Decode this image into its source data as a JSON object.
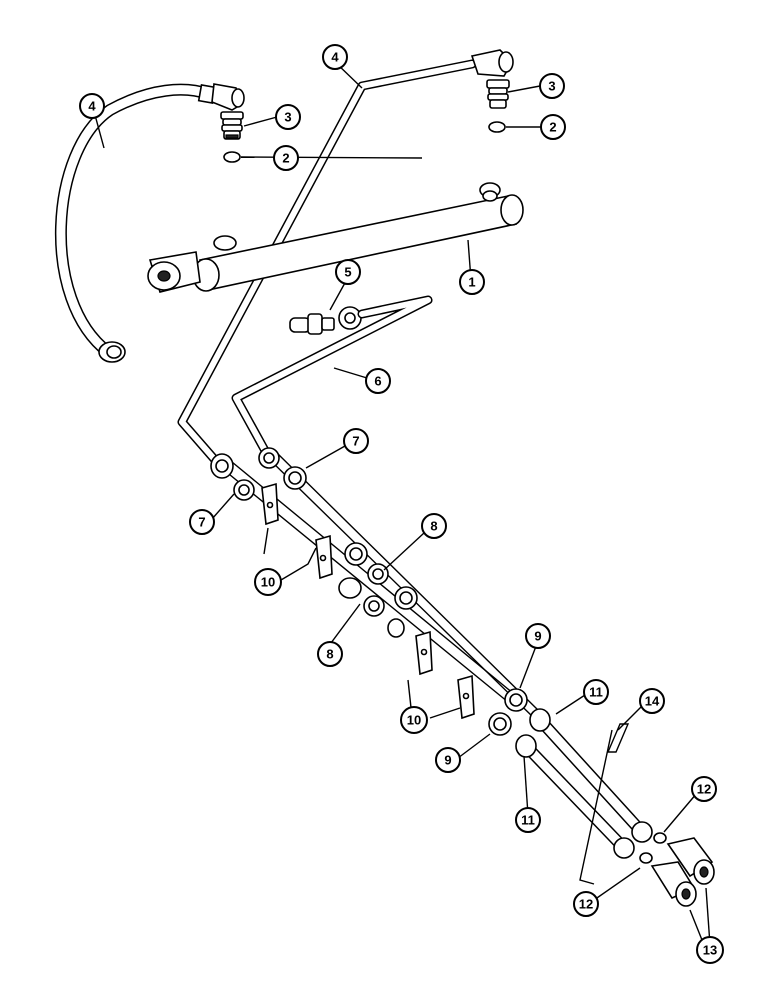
{
  "callouts": [
    {
      "label": "1"
    },
    {
      "label": "2"
    },
    {
      "label": "2"
    },
    {
      "label": "3"
    },
    {
      "label": "3"
    },
    {
      "label": "4"
    },
    {
      "label": "4"
    },
    {
      "label": "5"
    },
    {
      "label": "6"
    },
    {
      "label": "7"
    },
    {
      "label": "7"
    },
    {
      "label": "8"
    },
    {
      "label": "8"
    },
    {
      "label": "9"
    },
    {
      "label": "9"
    },
    {
      "label": "10"
    },
    {
      "label": "10"
    },
    {
      "label": "11"
    },
    {
      "label": "11"
    },
    {
      "label": "12"
    },
    {
      "label": "12"
    },
    {
      "label": "13"
    },
    {
      "label": "14"
    }
  ],
  "colors": {
    "ink": "#000000",
    "paper": "#ffffff"
  }
}
